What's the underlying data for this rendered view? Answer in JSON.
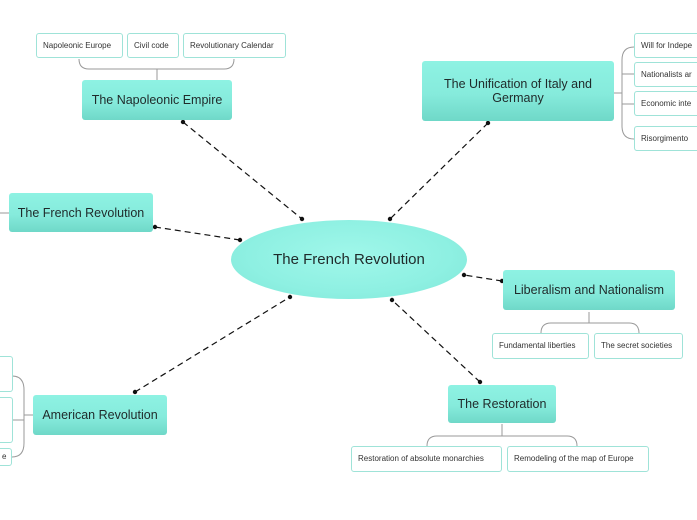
{
  "central": "The French Revolution",
  "topics": {
    "napoleonic": {
      "label": "The Napoleonic Empire",
      "items": [
        "Napoleonic Europe",
        "Civil code",
        "Revolutionary Calendar"
      ]
    },
    "unification": {
      "label": "The Unification of Italy and Germany",
      "items": [
        "Will for Indepe",
        "Nationalists ar",
        "Economic inte",
        "Risorgimento"
      ]
    },
    "french_revolution": {
      "label": "The French Revolution"
    },
    "liberalism": {
      "label": "Liberalism and Nationalism",
      "items": [
        "Fundamental liberties",
        "The secret societies"
      ]
    },
    "restoration": {
      "label": "The Restoration",
      "items": [
        "Restoration of absolute monarchies",
        "Remodeling of the map of Europe"
      ]
    },
    "american": {
      "label": "American Revolution",
      "items": [
        "",
        "",
        "e"
      ]
    }
  },
  "colors": {
    "topic_fill": "#8ef2e3",
    "sub_border": "#9fe3d8",
    "connector": "#111111",
    "bracket": "#9a9a9a"
  }
}
